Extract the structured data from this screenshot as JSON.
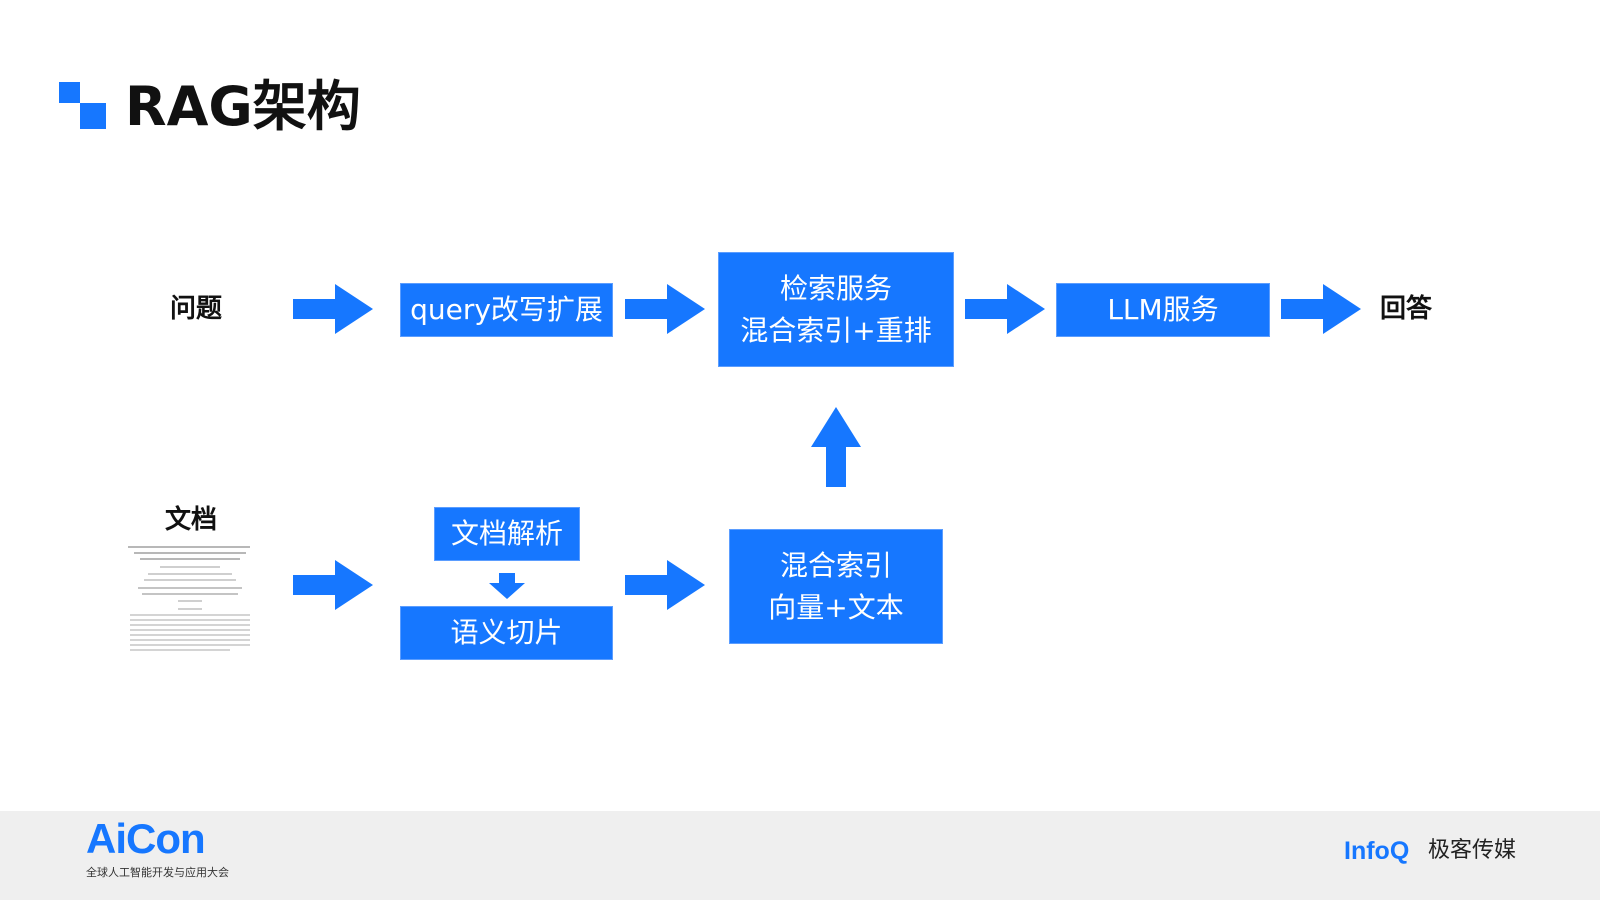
{
  "title": "RAG架构",
  "colors": {
    "accent": "#1677ff",
    "footer_bg": "#efefef"
  },
  "labels": {
    "question": "问题",
    "answer": "回答",
    "document": "文档"
  },
  "boxes": {
    "query_rewrite": "query改写扩展",
    "retrieval_line1": "检索服务",
    "retrieval_line2": "混合索引+重排",
    "llm": "LLM服务",
    "doc_parse": "文档解析",
    "semantic_chunk": "语义切片",
    "hybrid_index_line1": "混合索引",
    "hybrid_index_line2": "向量+文本"
  },
  "footer": {
    "aicon_logo": "AiCon",
    "aicon_sub": "全球人工智能开发与应用大会",
    "infoq_logo": "InfoQ",
    "geek_logo": "极客传媒"
  },
  "icons": [
    "arrow-right-icon",
    "arrow-down-icon",
    "arrow-up-icon",
    "document-thumbnail"
  ]
}
